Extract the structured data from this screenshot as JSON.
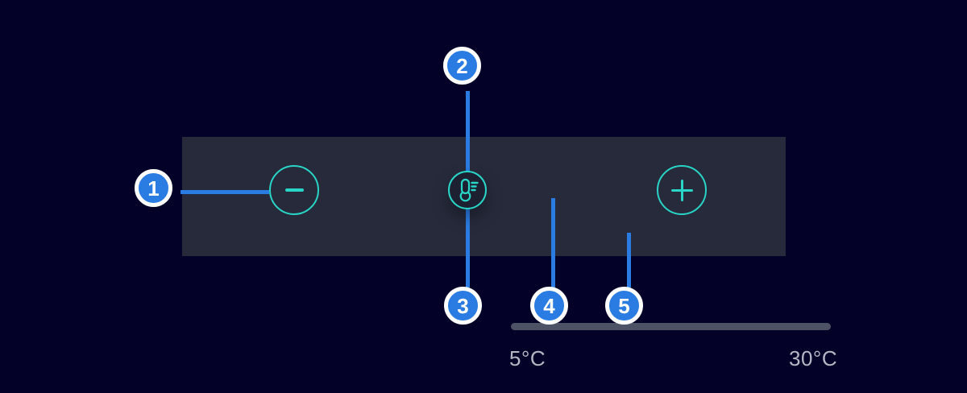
{
  "slider": {
    "component": "temperature-slider",
    "min_label": "5°C",
    "max_label": "30°C",
    "decrease_icon": "minus-icon",
    "increase_icon": "plus-icon",
    "handle_icon": "thermometer-icon"
  },
  "annotations": {
    "markers": [
      {
        "number": "1"
      },
      {
        "number": "2"
      },
      {
        "number": "3"
      },
      {
        "number": "4"
      },
      {
        "number": "5"
      }
    ]
  },
  "colors": {
    "background": "#030127",
    "panel": "#262a3b",
    "track": "#4e5265",
    "accent_teal": "#29d5c7",
    "handle_fill": "#1c2030",
    "label_text": "#b4b8c4",
    "marker_blue": "#2b7ce2",
    "marker_ring": "#ffffff"
  }
}
